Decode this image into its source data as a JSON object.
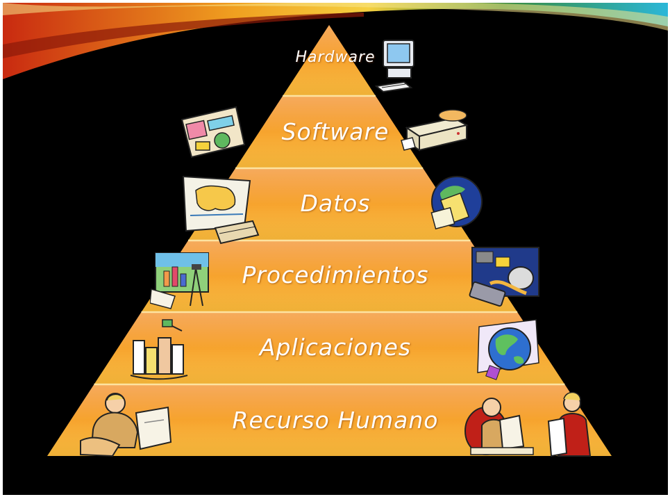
{
  "colors": {
    "background": "#000000",
    "pyramid_top": "#f28a1f",
    "pyramid_bottom": "#fbbd3c",
    "divider": "#fde3a0",
    "label": "#ffffff"
  },
  "pyramid": {
    "tiers": [
      {
        "label": "Hardware",
        "icon_left": "",
        "icon_right": "computer-icon"
      },
      {
        "label": "Software",
        "icon_left": "software-box-icon",
        "icon_right": "cd-drive-icon"
      },
      {
        "label": "Datos",
        "icon_left": "map-book-icon",
        "icon_right": "globe-documents-icon"
      },
      {
        "label": "Procedimientos",
        "icon_left": "surveying-icon",
        "icon_right": "satellite-phone-icon"
      },
      {
        "label": "Aplicaciones",
        "icon_left": "city-icon",
        "icon_right": "earth-icon"
      },
      {
        "label": "Recurso Humano",
        "icon_left": "office-worker-icon",
        "icon_right": "business-people-icon"
      }
    ]
  }
}
